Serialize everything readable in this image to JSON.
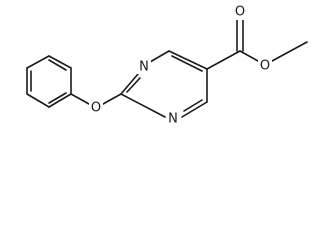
{
  "structure": {
    "atoms": {
      "n_top": "N",
      "n_bottom": "N",
      "o_ether": "O",
      "o_carbonyl": "O",
      "o_ester": "O"
    },
    "line_color": "#1a1a1a",
    "background": "#ffffff"
  }
}
